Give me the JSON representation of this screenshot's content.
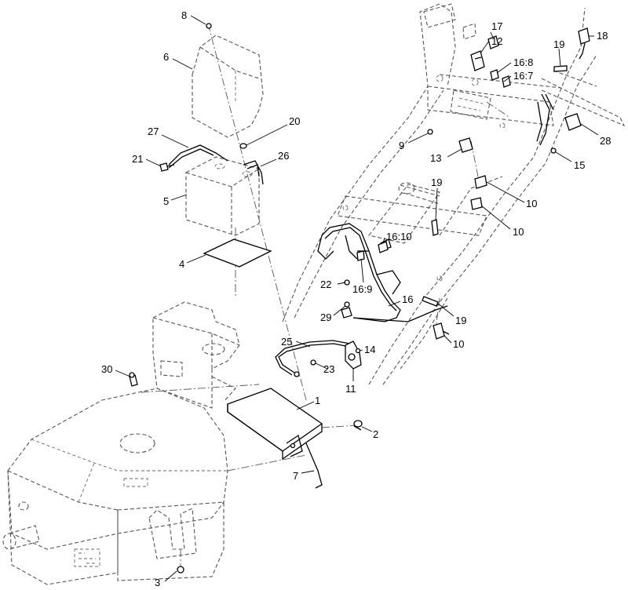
{
  "callouts": [
    {
      "id": "c1",
      "text": "1"
    },
    {
      "id": "c2",
      "text": "2"
    },
    {
      "id": "c3",
      "text": "3"
    },
    {
      "id": "c4",
      "text": "4"
    },
    {
      "id": "c5",
      "text": "5"
    },
    {
      "id": "c6",
      "text": "6"
    },
    {
      "id": "c7",
      "text": "7"
    },
    {
      "id": "c8",
      "text": "8"
    },
    {
      "id": "c9",
      "text": "9"
    },
    {
      "id": "c10a",
      "text": "10"
    },
    {
      "id": "c10b",
      "text": "10"
    },
    {
      "id": "c10c",
      "text": "10"
    },
    {
      "id": "c11",
      "text": "11"
    },
    {
      "id": "c12",
      "text": "12"
    },
    {
      "id": "c13",
      "text": "13"
    },
    {
      "id": "c14",
      "text": "14"
    },
    {
      "id": "c15",
      "text": "15"
    },
    {
      "id": "c16",
      "text": "16"
    },
    {
      "id": "c16_7",
      "text": "16:7"
    },
    {
      "id": "c16_8",
      "text": "16:8"
    },
    {
      "id": "c16_9",
      "text": "16:9"
    },
    {
      "id": "c16_10",
      "text": "16:10"
    },
    {
      "id": "c17",
      "text": "17"
    },
    {
      "id": "c18",
      "text": "18"
    },
    {
      "id": "c19a",
      "text": "19"
    },
    {
      "id": "c19b",
      "text": "19"
    },
    {
      "id": "c19c",
      "text": "19"
    },
    {
      "id": "c20",
      "text": "20"
    },
    {
      "id": "c21",
      "text": "21"
    },
    {
      "id": "c22",
      "text": "22"
    },
    {
      "id": "c23",
      "text": "23"
    },
    {
      "id": "c25",
      "text": "25"
    },
    {
      "id": "c26",
      "text": "26"
    },
    {
      "id": "c27",
      "text": "27"
    },
    {
      "id": "c28",
      "text": "28"
    },
    {
      "id": "c29",
      "text": "29"
    },
    {
      "id": "c30",
      "text": "30"
    }
  ],
  "icons": [
    "battery-icon",
    "warning-decal-icon",
    "brand-decal-icon"
  ]
}
